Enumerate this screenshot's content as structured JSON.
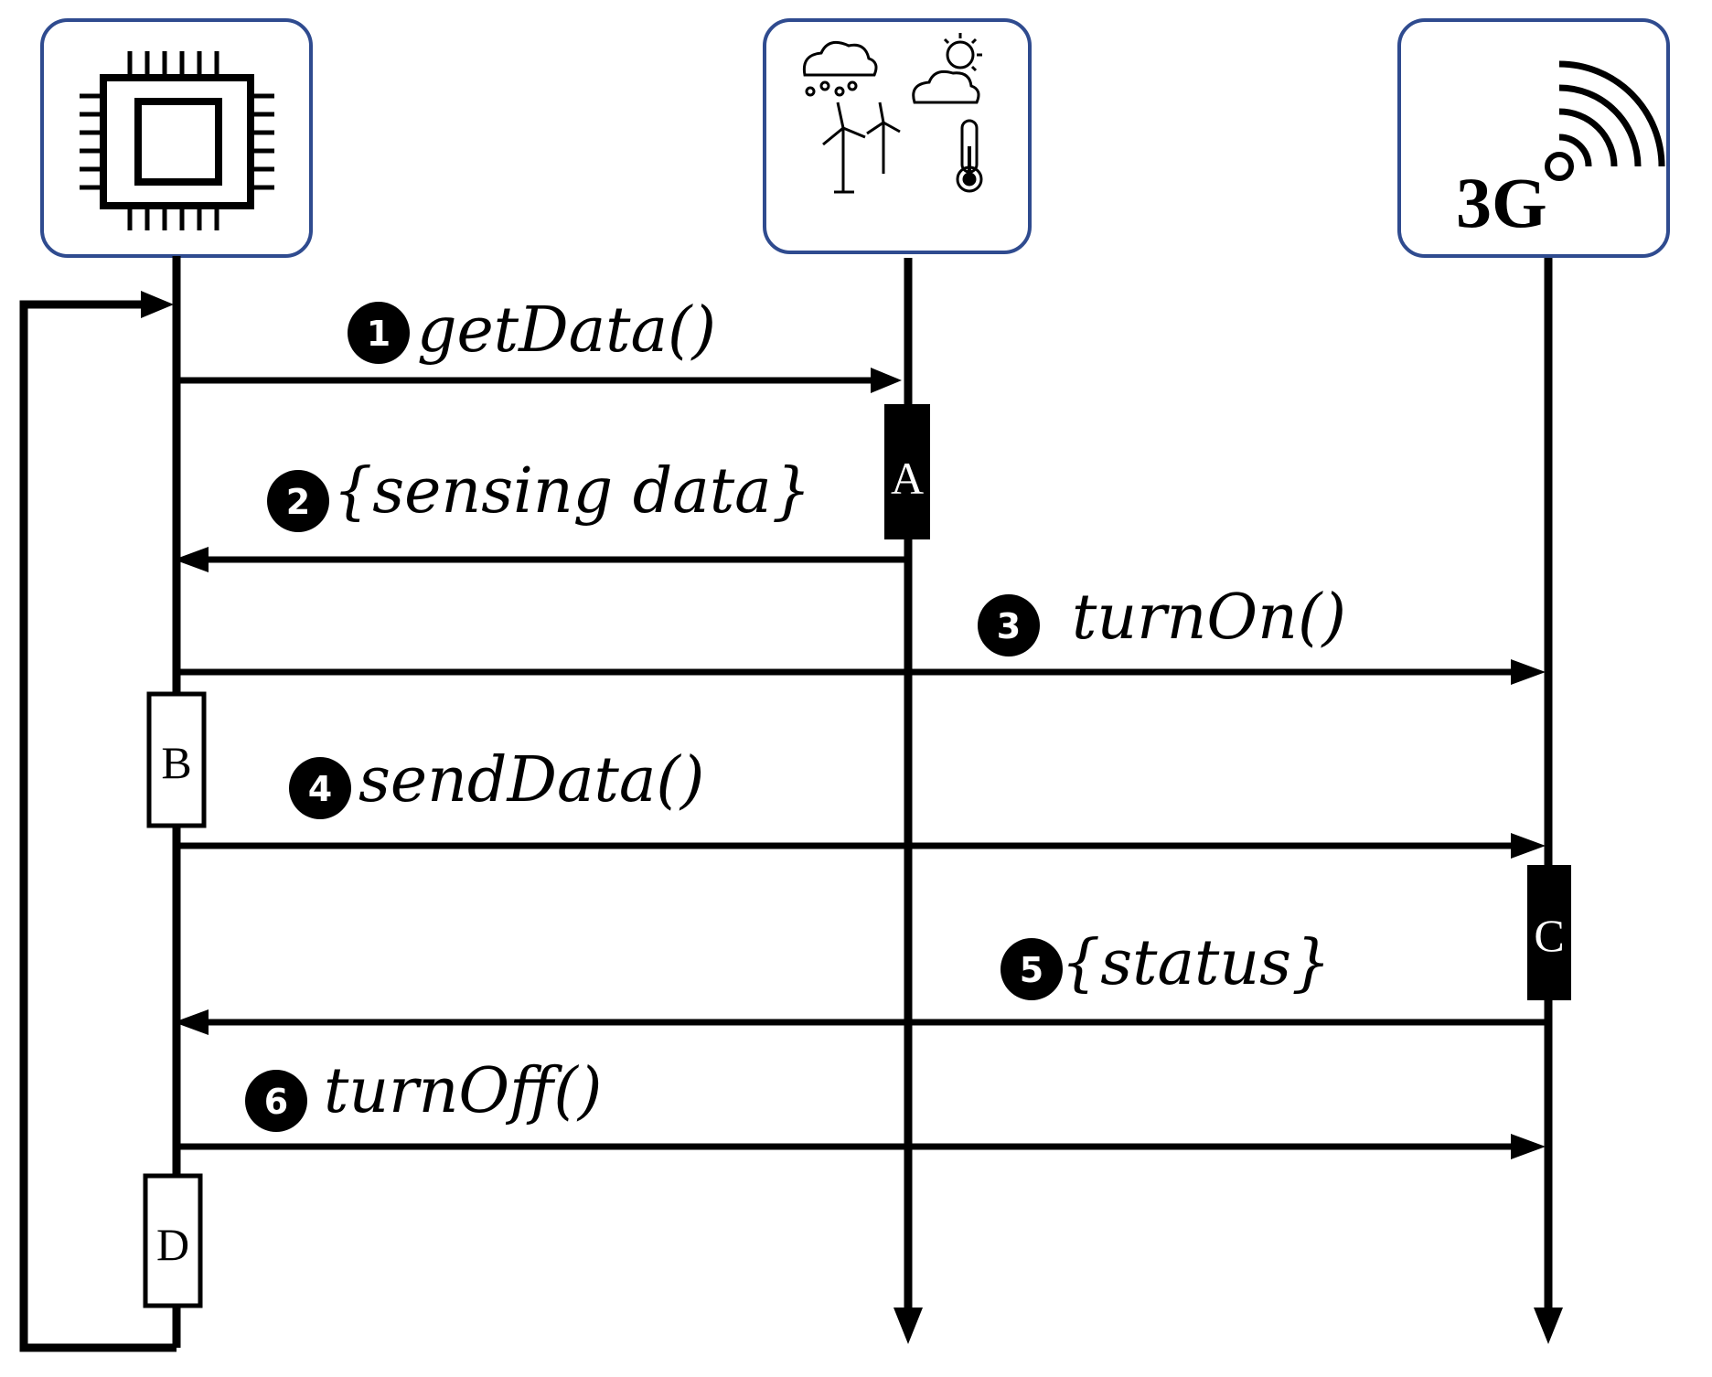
{
  "lifelines": {
    "mcu": {
      "icon": "microcontroller-chip-icon"
    },
    "sensors": {
      "icon": "weather-sensors-icon"
    },
    "modem": {
      "icon": "3g-signal-icon",
      "label": "3G"
    }
  },
  "messages": [
    {
      "number": "1",
      "label": "getData()"
    },
    {
      "number": "2",
      "label": "{sensing data}"
    },
    {
      "number": "3",
      "label": "turnOn()"
    },
    {
      "number": "4",
      "label": "sendData()"
    },
    {
      "number": "5",
      "label": "{status}"
    },
    {
      "number": "6",
      "label": "turnOff()"
    }
  ],
  "activations": {
    "a": "A",
    "b": "B",
    "c": "C",
    "d": "D"
  },
  "colors": {
    "box_border": "#2f4b8f",
    "line": "#000000",
    "filled_activation": "#000000",
    "open_activation": "#ffffff"
  }
}
